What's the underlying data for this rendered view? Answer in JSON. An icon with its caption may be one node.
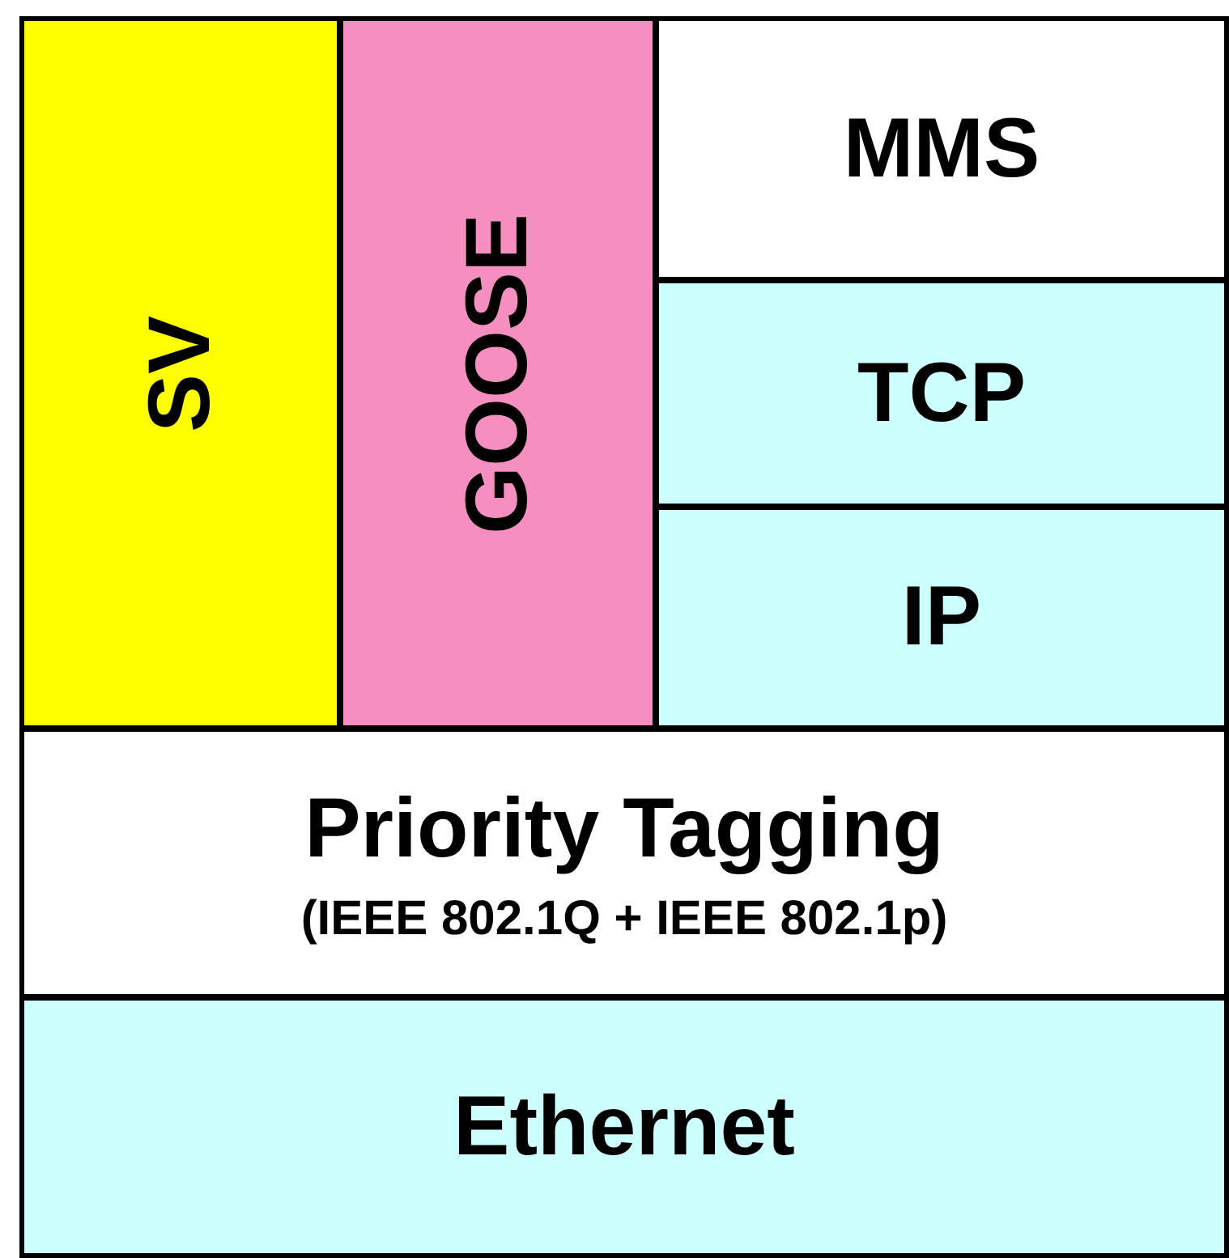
{
  "diagram": {
    "nodes": [
      {
        "text": [
          "SV"
        ]
      },
      {
        "text": [
          "GOOSE"
        ]
      },
      {
        "text": [
          "MMS"
        ]
      },
      {
        "text": [
          "TCP"
        ]
      },
      {
        "text": [
          "IP"
        ]
      },
      {
        "text": [
          "Priority Tagging",
          "(IEEE 802.1Q + IEEE 802.1p)"
        ]
      },
      {
        "text": [
          "Ethernet"
        ]
      }
    ]
  }
}
